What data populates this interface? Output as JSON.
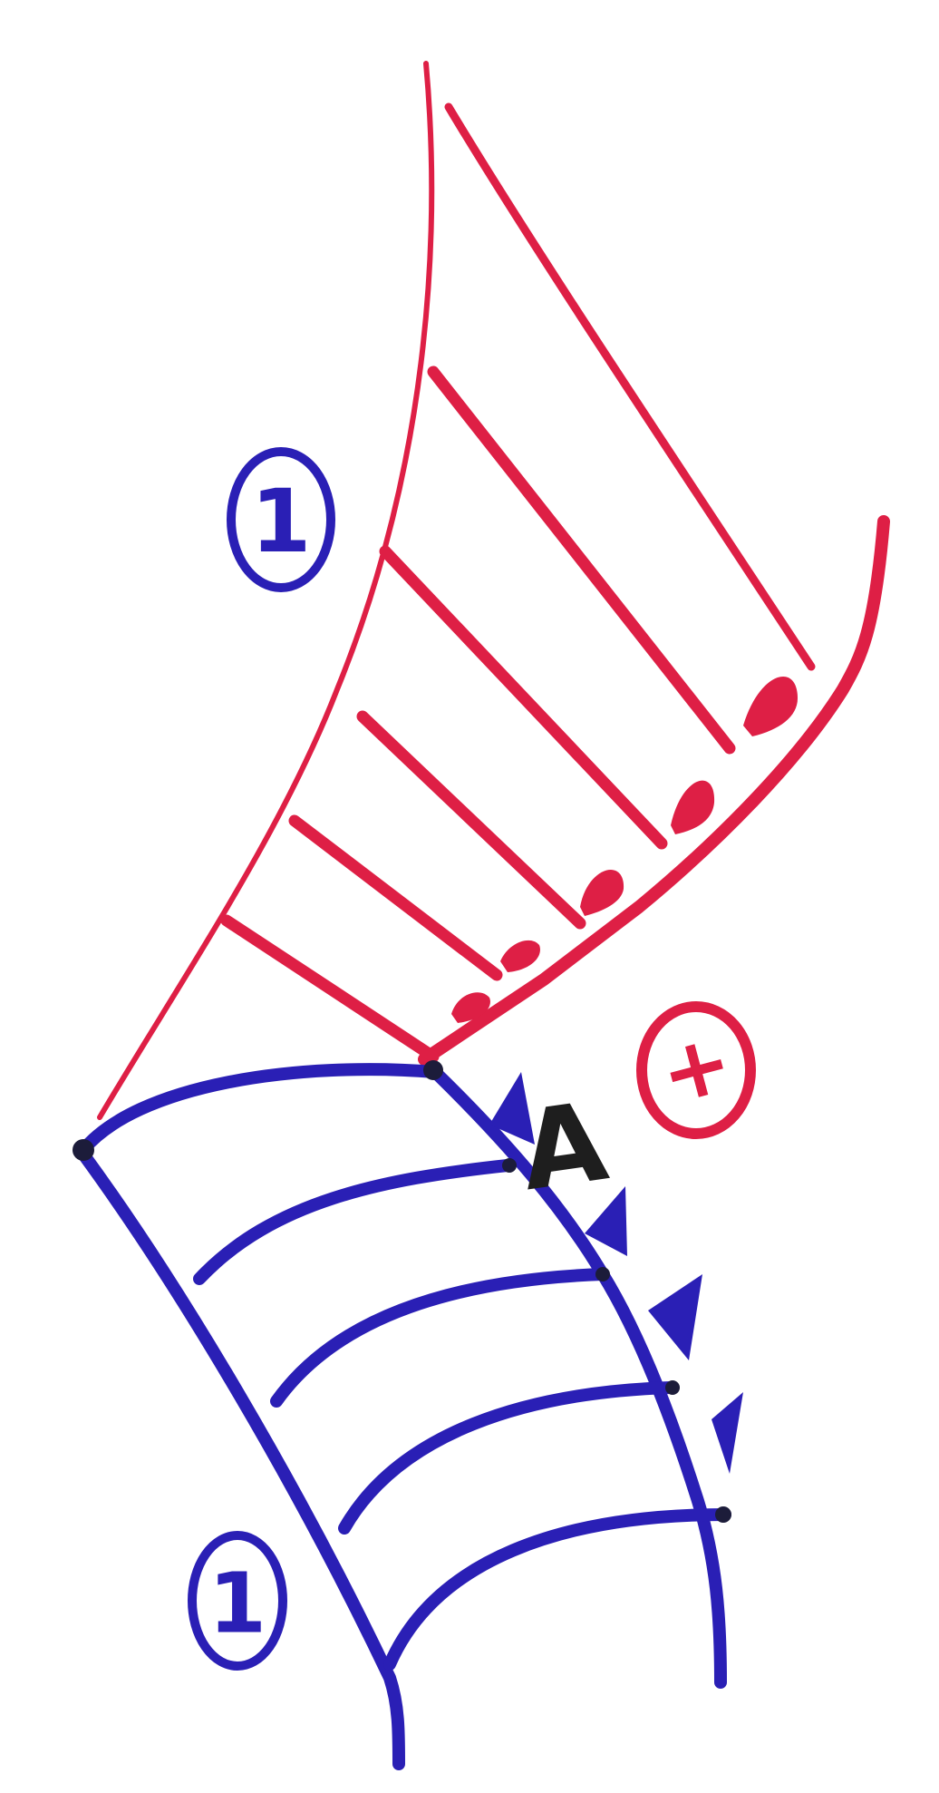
{
  "labels": {
    "upper_member": "1",
    "lower_member": "1",
    "symbol": "+",
    "point": "A"
  },
  "colors": {
    "red_ink": "#de1f45",
    "blue_ink": "#2a1fb5",
    "black_ink": "#1e1e1e"
  }
}
